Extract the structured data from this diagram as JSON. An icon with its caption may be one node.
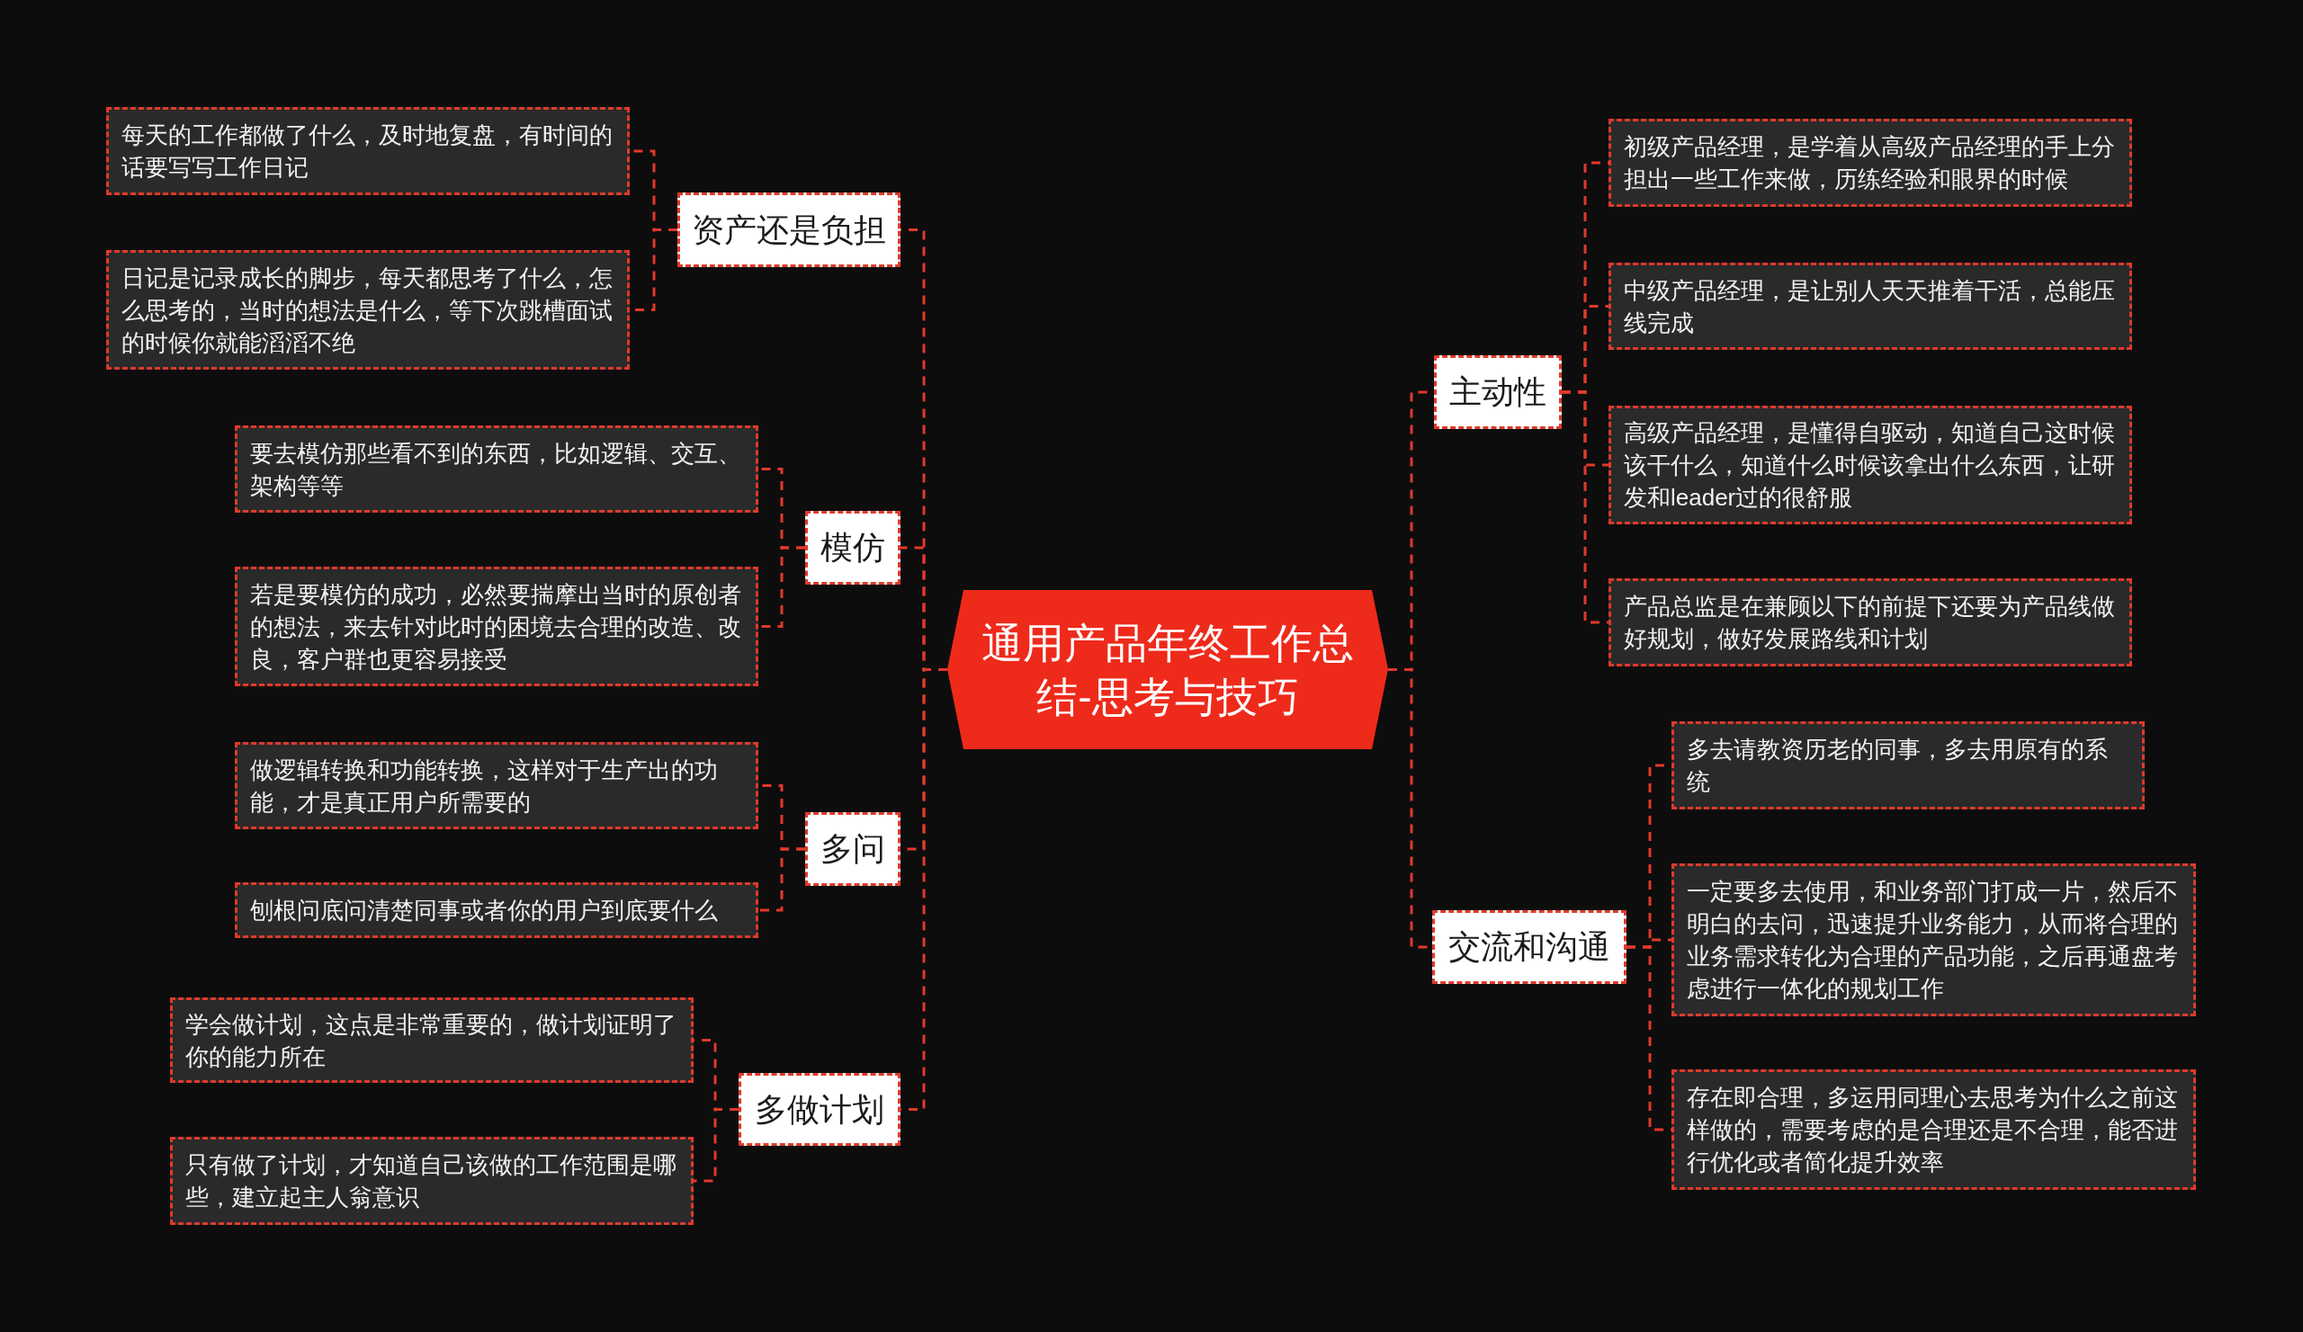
{
  "diagram": {
    "nodes": [
      {
        "text": [
          "通用产品年终工作总结-思考与技巧"
        ]
      },
      {
        "text": [
          "资产还是负担"
        ]
      },
      {
        "text": [
          "每天的工作都做了什么，及时地复盘，有时间的话要写写工作日记"
        ]
      },
      {
        "text": [
          "日记是记录成长的脚步，每天都思考了什么，怎么思考的，当时的想法是什么，等下次跳槽面试的时候你就能滔滔不绝"
        ]
      },
      {
        "text": [
          "模仿"
        ]
      },
      {
        "text": [
          "要去模仿那些看不到的东西，比如逻辑、交互、架构等等"
        ]
      },
      {
        "text": [
          "若是要模仿的成功，必然要揣摩出当时的原创者的想法，来去针对此时的困境去合理的改造、改良，客户群也更容易接受"
        ]
      },
      {
        "text": [
          "多问"
        ]
      },
      {
        "text": [
          "做逻辑转换和功能转换，这样对于生产出的功能，才是真正用户所需要的"
        ]
      },
      {
        "text": [
          "刨根问底问清楚同事或者你的用户到底要什么"
        ]
      },
      {
        "text": [
          "多做计划"
        ]
      },
      {
        "text": [
          "学会做计划，这点是非常重要的，做计划证明了你的能力所在"
        ]
      },
      {
        "text": [
          "只有做了计划，才知道自己该做的工作范围是哪些，建立起主人翁意识"
        ]
      },
      {
        "text": [
          "主动性"
        ]
      },
      {
        "text": [
          "初级产品经理，是学着从高级产品经理的手上分担出一些工作来做，历练经验和眼界的时候"
        ]
      },
      {
        "text": [
          "中级产品经理，是让别人天天推着干活，总能压线完成"
        ]
      },
      {
        "text": [
          "高级产品经理，是懂得自驱动，知道自己这时候该干什么，知道什么时候该拿出什么东西，让研发和leader过的很舒服"
        ]
      },
      {
        "text": [
          "产品总监是在兼顾以下的前提下还要为产品线做好规划，做好发展路线和计划"
        ]
      },
      {
        "text": [
          "交流和沟通"
        ]
      },
      {
        "text": [
          "多去请教资历老的同事，多去用原有的系统"
        ]
      },
      {
        "text": [
          "一定要多去使用，和业务部门打成一片，然后不明白的去问，迅速提升业务能力，从而将合理的业务需求转化为合理的产品功能，之后再通盘考虑进行一体化的规划工作"
        ]
      },
      {
        "text": [
          "存在即合理，多运用同理心去思考为什么之前这样做的，需要考虑的是合理还是不合理，能否进行优化或者简化提升效率"
        ]
      }
    ],
    "edges": [
      {
        "from": 0,
        "to": 1,
        "arrow": "none",
        "style": "dashed"
      },
      {
        "from": 1,
        "to": 2,
        "arrow": "none",
        "style": "dashed"
      },
      {
        "from": 1,
        "to": 3,
        "arrow": "none",
        "style": "dashed"
      },
      {
        "from": 0,
        "to": 4,
        "arrow": "none",
        "style": "dashed"
      },
      {
        "from": 4,
        "to": 5,
        "arrow": "none",
        "style": "dashed"
      },
      {
        "from": 4,
        "to": 6,
        "arrow": "none",
        "style": "dashed"
      },
      {
        "from": 0,
        "to": 7,
        "arrow": "none",
        "style": "dashed"
      },
      {
        "from": 7,
        "to": 8,
        "arrow": "none",
        "style": "dashed"
      },
      {
        "from": 7,
        "to": 9,
        "arrow": "none",
        "style": "dashed"
      },
      {
        "from": 0,
        "to": 10,
        "arrow": "none",
        "style": "dashed"
      },
      {
        "from": 10,
        "to": 11,
        "arrow": "none",
        "style": "dashed"
      },
      {
        "from": 10,
        "to": 12,
        "arrow": "none",
        "style": "dashed"
      },
      {
        "from": 0,
        "to": 13,
        "arrow": "none",
        "style": "dashed"
      },
      {
        "from": 13,
        "to": 14,
        "arrow": "none",
        "style": "dashed"
      },
      {
        "from": 13,
        "to": 15,
        "arrow": "none",
        "style": "dashed"
      },
      {
        "from": 13,
        "to": 16,
        "arrow": "none",
        "style": "dashed"
      },
      {
        "from": 13,
        "to": 17,
        "arrow": "none",
        "style": "dashed"
      },
      {
        "from": 0,
        "to": 18,
        "arrow": "none",
        "style": "dashed"
      },
      {
        "from": 18,
        "to": 19,
        "arrow": "none",
        "style": "dashed"
      },
      {
        "from": 18,
        "to": 20,
        "arrow": "none",
        "style": "dashed"
      },
      {
        "from": 18,
        "to": 21,
        "arrow": "none",
        "style": "dashed"
      }
    ]
  }
}
